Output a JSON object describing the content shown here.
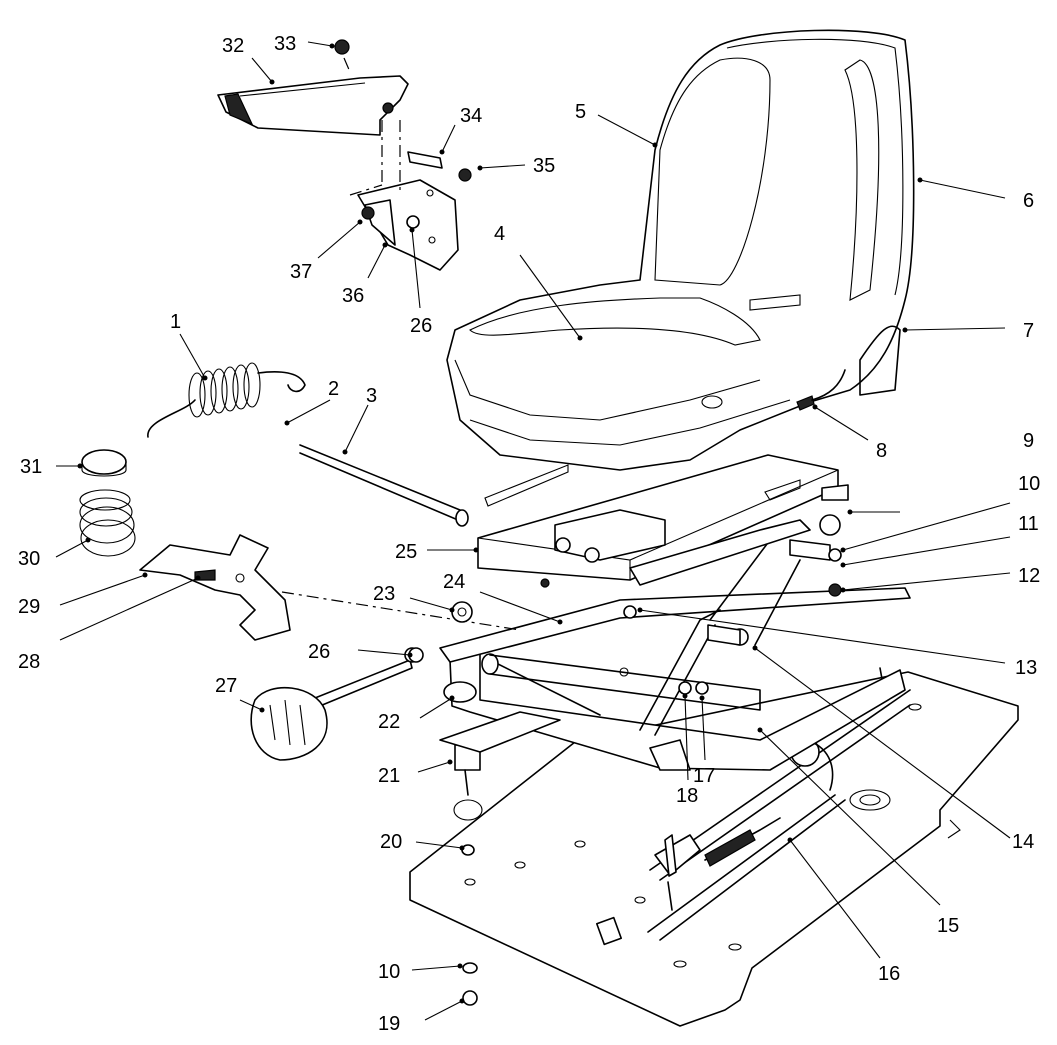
{
  "callouts": [
    {
      "id": "c1",
      "text": "1"
    },
    {
      "id": "c2",
      "text": "2"
    },
    {
      "id": "c3",
      "text": "3"
    },
    {
      "id": "c4",
      "text": "4"
    },
    {
      "id": "c5",
      "text": "5"
    },
    {
      "id": "c6",
      "text": "6"
    },
    {
      "id": "c7",
      "text": "7"
    },
    {
      "id": "c8",
      "text": "8"
    },
    {
      "id": "c9",
      "text": "9"
    },
    {
      "id": "c10a",
      "text": "10"
    },
    {
      "id": "c11",
      "text": "11"
    },
    {
      "id": "c12",
      "text": "12"
    },
    {
      "id": "c13",
      "text": "13"
    },
    {
      "id": "c14",
      "text": "14"
    },
    {
      "id": "c15",
      "text": "15"
    },
    {
      "id": "c16",
      "text": "16"
    },
    {
      "id": "c17",
      "text": "17"
    },
    {
      "id": "c18",
      "text": "18"
    },
    {
      "id": "c19",
      "text": "19"
    },
    {
      "id": "c20",
      "text": "20"
    },
    {
      "id": "c10b",
      "text": "10"
    },
    {
      "id": "c21",
      "text": "21"
    },
    {
      "id": "c22",
      "text": "22"
    },
    {
      "id": "c23",
      "text": "23"
    },
    {
      "id": "c24",
      "text": "24"
    },
    {
      "id": "c25",
      "text": "25"
    },
    {
      "id": "c26a",
      "text": "26"
    },
    {
      "id": "c27",
      "text": "27"
    },
    {
      "id": "c28",
      "text": "28"
    },
    {
      "id": "c29",
      "text": "29"
    },
    {
      "id": "c30",
      "text": "30"
    },
    {
      "id": "c31",
      "text": "31"
    },
    {
      "id": "c32",
      "text": "32"
    },
    {
      "id": "c33",
      "text": "33"
    },
    {
      "id": "c34",
      "text": "34"
    },
    {
      "id": "c35",
      "text": "35"
    },
    {
      "id": "c36",
      "text": "36"
    },
    {
      "id": "c37",
      "text": "37"
    },
    {
      "id": "c26b",
      "text": "26"
    }
  ]
}
